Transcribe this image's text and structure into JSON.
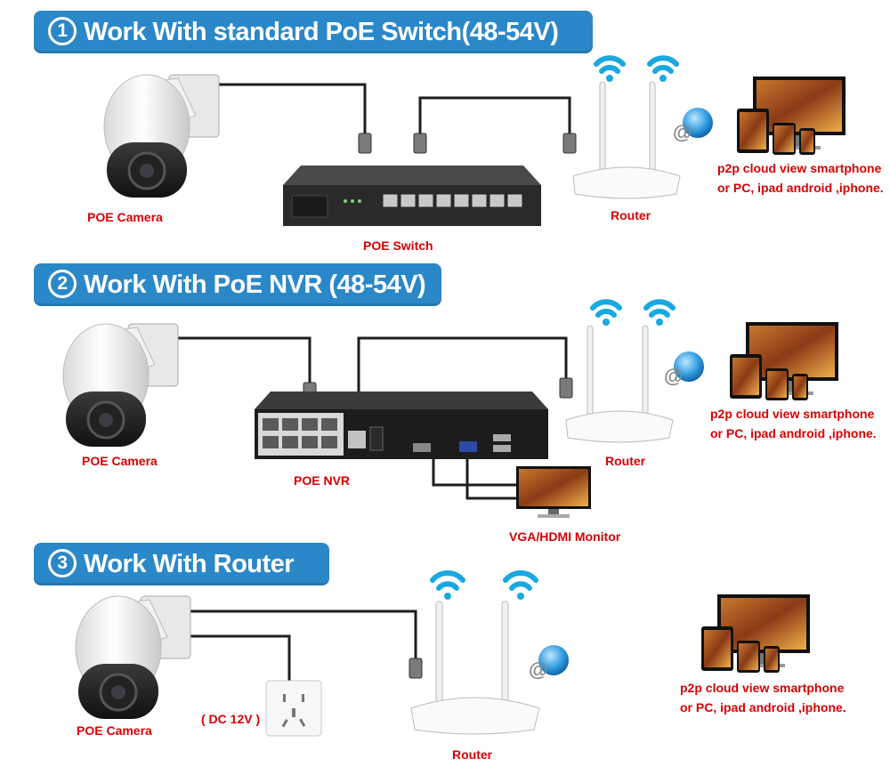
{
  "colors": {
    "banner": "#2b88c8",
    "caption": "#d80000",
    "cable": "#1e1e1e"
  },
  "sections": [
    {
      "number": "1",
      "title": "Work With standard PoE Switch(48-54V)"
    },
    {
      "number": "2",
      "title": "Work With PoE NVR (48-54V)"
    },
    {
      "number": "3",
      "title": "Work With Router"
    }
  ],
  "captions": {
    "camera_1": "POE Camera",
    "switch": "POE Switch",
    "router_1": "Router",
    "cloud_1_line1": "p2p cloud  view smartphone",
    "cloud_1_line2": "or PC, ipad android ,iphone.",
    "camera_2": "POE Camera",
    "nvr": "POE NVR",
    "router_2": "Router",
    "monitor": "VGA/HDMI Monitor",
    "cloud_2_line1": "p2p cloud  view smartphone",
    "cloud_2_line2": "or PC, ipad android ,iphone.",
    "camera_3": "POE Camera",
    "power": "( DC 12V )",
    "router_3": "Router",
    "cloud_3_line1": "p2p cloud  view smartphone",
    "cloud_3_line2": "or PC, ipad android ,iphone."
  },
  "icons": [
    "ptz-camera-icon",
    "poe-switch-icon",
    "router-icon",
    "wifi-icon",
    "internet-globe-icon",
    "multi-device-icon",
    "nvr-icon",
    "monitor-icon",
    "power-outlet-icon",
    "ethernet-plug-icon"
  ]
}
